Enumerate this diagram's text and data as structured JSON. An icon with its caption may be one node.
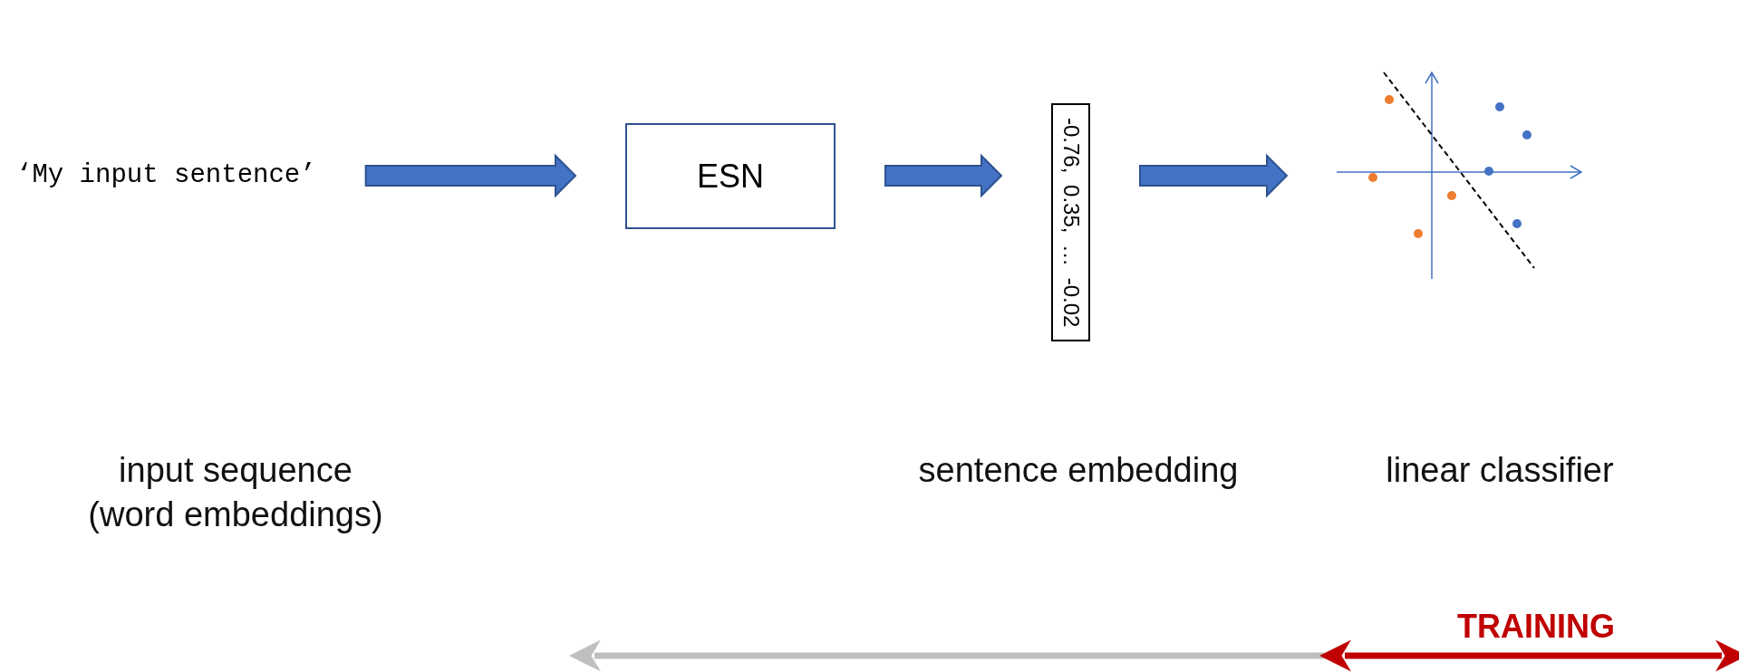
{
  "diagram": {
    "nodes": [
      {
        "text": [
          "‘My input sentence’"
        ]
      },
      {
        "text": [
          "ESN"
        ]
      },
      {
        "text": [
          "-0.76, 0.35, … -0.02"
        ]
      },
      {
        "text": [],
        "shape": "picture"
      }
    ],
    "edges": [
      {
        "from": 0,
        "to": 1,
        "arrow": "to"
      },
      {
        "from": 1,
        "to": 2,
        "arrow": "to"
      },
      {
        "from": 2,
        "to": 3,
        "arrow": "to"
      }
    ],
    "labels": [
      "input sequence (word embeddings)",
      "sentence embedding",
      "linear classifier",
      "TRAINING"
    ]
  }
}
